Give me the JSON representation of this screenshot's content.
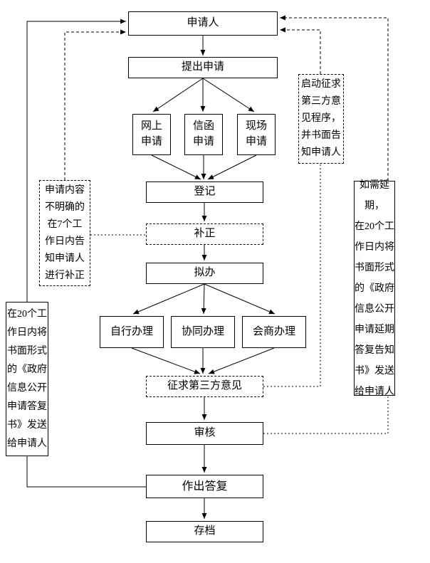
{
  "flowchart": {
    "colors": {
      "background": "#ffffff",
      "line": "#000000",
      "box_border": "#000000",
      "text": "#000000"
    },
    "nodes": {
      "applicant": "申请人",
      "submit": "提出申请",
      "online": "网上\n申请",
      "letter": "信函\n申请",
      "onsite": "现场\n申请",
      "register": "登记",
      "correction": "补正",
      "proposed": "拟办",
      "self_handle": "自行办理",
      "co_handle": "协同办理",
      "consult_handle": "会商办理",
      "third_party": "征求第三方意见",
      "review": "审核",
      "reply": "作出答复",
      "archive": "存档"
    },
    "annotations": {
      "correction_note": "申请内容\n不明确的\n在7个工\n作日内告\n知申请人\n进行补正",
      "reply_note": "在20个工\n作日内将\n书面形式\n的《政府\n信息公开\n申请答复\n书》发送\n给申请人",
      "third_party_note": "启动征求\n第三方意\n见程序，\n并书面告\n知申请人",
      "extension_note": "如需延期，\n在20个工\n作日内将\n书面形式\n的《政府\n信息公开\n申请延期\n答复告知\n书》发送\n给申请人"
    }
  }
}
